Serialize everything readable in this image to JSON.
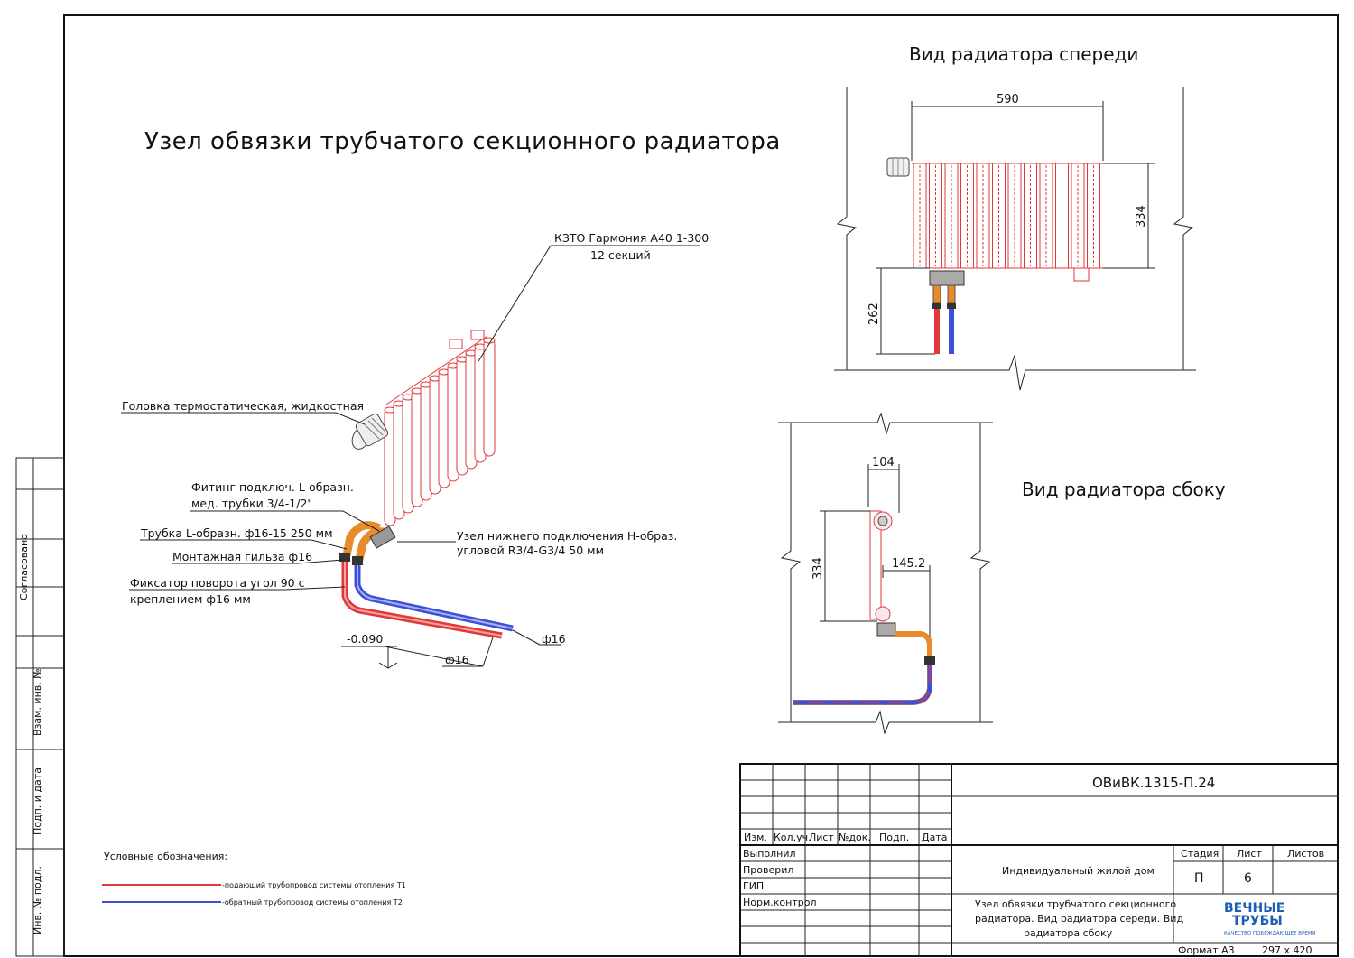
{
  "titles": {
    "main": "Узел обвязки трубчатого секционного радиатора",
    "front_view": "Вид радиатора спереди",
    "side_view": "Вид радиатора сбоку"
  },
  "callouts": {
    "radiator_model": "КЗТО Гармония А40 1-300",
    "radiator_sections": "12 секций",
    "thermo_head": "Головка термостатическая, жидкостная",
    "fitting_line1": "Фитинг подключ. L-образн.",
    "fitting_line2": "мед. трубки 3/4-1/2\"",
    "l_tube": "Трубка L-образн. ф16-15 250 мм",
    "sleeve": "Монтажная гильза ф16",
    "fixator_line1": "Фиксатор поворота угол 90 с",
    "fixator_line2": "креплением ф16 мм",
    "bottom_unit_line1": "Узел нижнего подключения Н-образ.",
    "bottom_unit_line2": "угловой R3/4-G3/4 50 мм",
    "pipe_d1": "ф16",
    "pipe_d2": "ф16",
    "level": "-0.090"
  },
  "dimensions": {
    "front_width": "590",
    "front_height": "334",
    "front_connection_height": "262",
    "side_depth": "104",
    "side_height": "334",
    "side_offset": "145.2"
  },
  "legend": {
    "title": "Условные обозначения:",
    "supply": "-подающий трубопровод системы отопления Т1",
    "return": "-обратный трубопровод системы отопления Т2",
    "supply_color": "#e0393a",
    "return_color": "#3b4fd8"
  },
  "sidebar": {
    "agreed": "Согласовано",
    "inv_replace": "Взам. инв. №",
    "sign_date": "Подп. и дата",
    "inv_orig": "Инв. № подл."
  },
  "stamp": {
    "code": "ОВиВК.1315-П.24",
    "headers": [
      "Изм.",
      "Кол.уч.",
      "Лист",
      "№док.",
      "Подп.",
      "Дата"
    ],
    "roles": [
      "Выполнил",
      "Проверил",
      "ГИП",
      "Норм.контрол"
    ],
    "project": "Индивидуальный жилой дом",
    "stage_label": "Стадия",
    "sheet_label": "Лист",
    "sheets_label": "Листов",
    "stage": "П",
    "sheet": "6",
    "description_line1": "Узел обвязки трубчатого секционного",
    "description_line2": "радиатора. Вид радиатора середи. Вид",
    "description_line3": "радиатора сбоку",
    "logo_line1": "ВЕЧНЫЕ",
    "logo_line2": "ТРУБЫ",
    "logo_tagline": "КАЧЕСТВО ПОБЕЖДАЮЩЕЕ ВРЕМЯ",
    "logo_color": "#1d5fb4",
    "format": "Формат А3",
    "format_size": "297 х 420"
  }
}
